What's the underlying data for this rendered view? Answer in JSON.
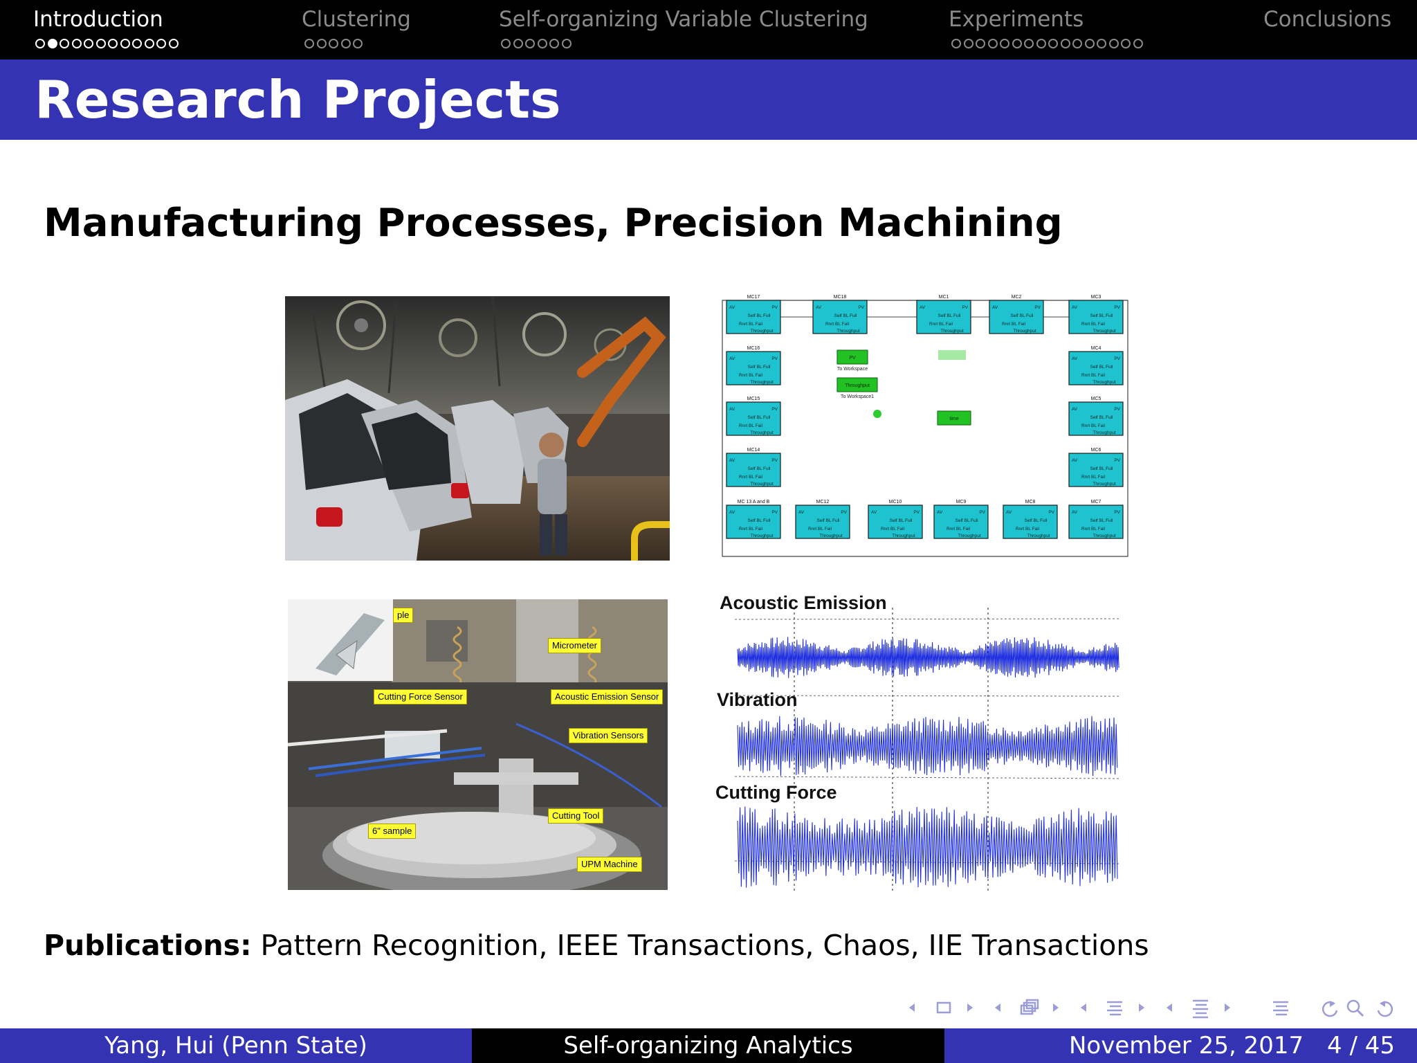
{
  "nav": {
    "sections": [
      {
        "label": "Introduction",
        "active": true,
        "dots": 12,
        "current_dot": 2
      },
      {
        "label": "Clustering",
        "active": false,
        "dots": 5
      },
      {
        "label": "Self-organizing Variable Clustering",
        "active": false,
        "dots": 6
      },
      {
        "label": "Experiments",
        "active": false,
        "dots": 16
      },
      {
        "label": "Conclusions",
        "active": false,
        "dots": 0
      }
    ]
  },
  "title": "Research Projects",
  "subtitle": "Manufacturing Processes, Precision Machining",
  "diagram": {
    "blocks": [
      {
        "name": "MC17"
      },
      {
        "name": "MC18"
      },
      {
        "name": "MC1"
      },
      {
        "name": "MC2"
      },
      {
        "name": "MC3"
      },
      {
        "name": "MC16"
      },
      {
        "name": "MC4"
      },
      {
        "name": "MC15"
      },
      {
        "name": "MC5"
      },
      {
        "name": "MC14"
      },
      {
        "name": "MC6"
      },
      {
        "name": "MC 13 A and B"
      },
      {
        "name": "MC12"
      },
      {
        "name": "MC10"
      },
      {
        "name": "MC9"
      },
      {
        "name": "MC8"
      },
      {
        "name": "MC7"
      }
    ],
    "block_text": {
      "av": "AV",
      "pv": "PV",
      "line1": "Self BL Full",
      "line2": "Rnrt BL Fail",
      "line3": "Throughput"
    },
    "green": {
      "pv": "PV",
      "pv_caption": "To Workspace",
      "tp": "Throughput",
      "tp_caption": "To Workspace1",
      "time": "time"
    }
  },
  "machining_photo": {
    "labels": {
      "sample_corner": "ple",
      "micrometer": "Micrometer",
      "cutting_force": "Cutting Force Sensor",
      "acoustic": "Acoustic Emission Sensor",
      "vibration": "Vibration Sensors",
      "cutting_tool": "Cutting Tool",
      "sample": "6\" sample",
      "upm": "UPM Machine"
    }
  },
  "signals": {
    "acoustic": "Acoustic  Emission",
    "vibration": "Vibration",
    "force": "Cutting  Force"
  },
  "publications": {
    "label": "Publications:",
    "text": "Pattern Recognition, IEEE Transactions, Chaos, IIE Transactions"
  },
  "footer": {
    "author": "Yang, Hui  (Penn State)",
    "talk": "Self-organizing Analytics",
    "date": "November 25, 2017",
    "page": "4 / 45"
  },
  "colors": {
    "title_bar": "#3333b3",
    "footer_left": "#3333b3",
    "footer_mid": "#000000",
    "footer_right": "#3333b3",
    "block_cyan": "#1fc3cf",
    "block_green": "#22c222",
    "signal_blue": "#1f2fe0"
  }
}
